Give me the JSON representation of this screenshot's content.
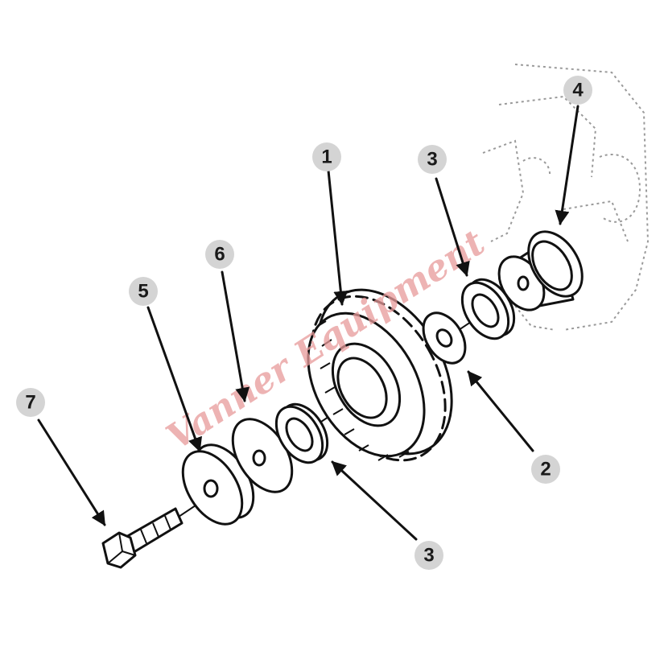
{
  "callouts": [
    {
      "id": "callout-1",
      "label": "1"
    },
    {
      "id": "callout-2",
      "label": "2"
    },
    {
      "id": "callout-3-top",
      "label": "3"
    },
    {
      "id": "callout-3-bottom",
      "label": "3"
    },
    {
      "id": "callout-4",
      "label": "4"
    },
    {
      "id": "callout-5",
      "label": "5"
    },
    {
      "id": "callout-6",
      "label": "6"
    },
    {
      "id": "callout-7",
      "label": "7"
    }
  ],
  "watermark": {
    "text": "Vanner Equipment"
  },
  "colors": {
    "line": "#111111",
    "callout_bg": "#d4d4d4",
    "watermark": "#e89a9a"
  }
}
